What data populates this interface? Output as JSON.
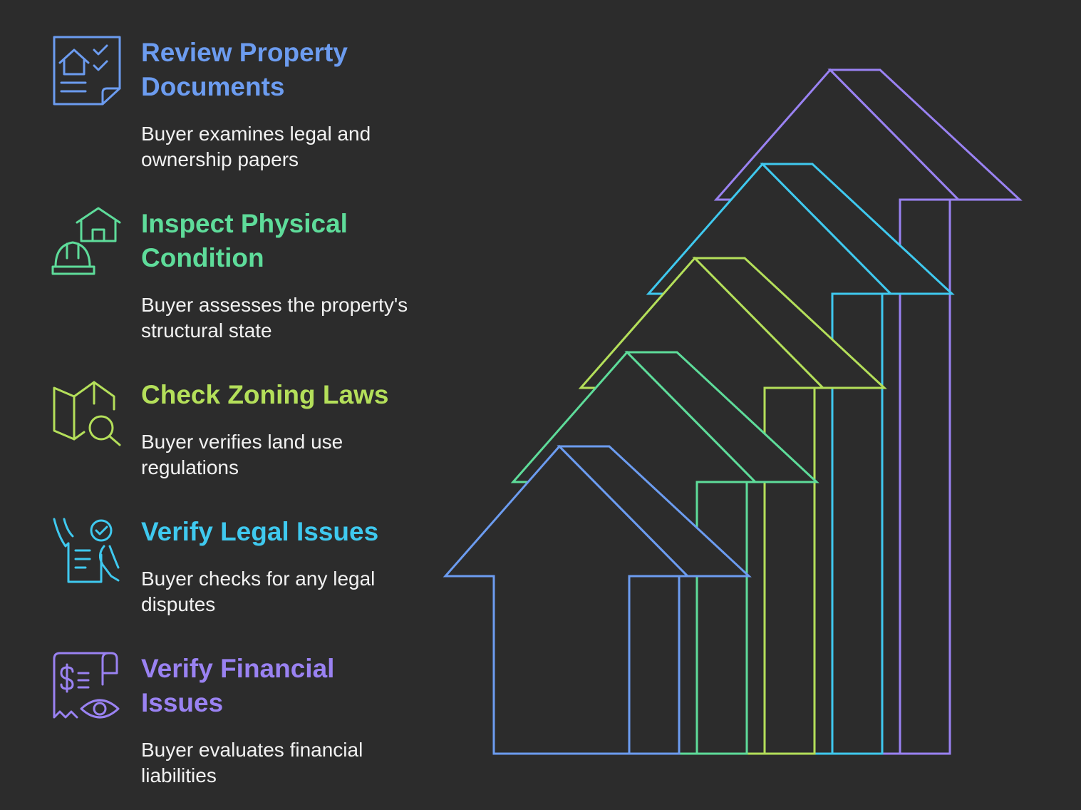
{
  "steps": [
    {
      "title": "Review Property Documents",
      "description": "Buyer examines legal and ownership papers",
      "color": "#6c9cf0",
      "icon": "property-document-checklist-icon"
    },
    {
      "title": "Inspect Physical Condition",
      "description": "Buyer assesses the property's structural state",
      "color": "#5edc9a",
      "icon": "house-hardhat-icon"
    },
    {
      "title": "Check Zoning Laws",
      "description": "Buyer verifies land use regulations",
      "color": "#b4df5a",
      "icon": "map-magnifier-icon"
    },
    {
      "title": "Verify Legal Issues",
      "description": "Buyer checks for any legal disputes",
      "color": "#3fc9ef",
      "icon": "legal-document-check-icon"
    },
    {
      "title": "Verify Financial Issues",
      "description": "Buyer evaluates financial liabilities",
      "color": "#9a82f2",
      "icon": "financial-receipt-eye-icon"
    }
  ]
}
